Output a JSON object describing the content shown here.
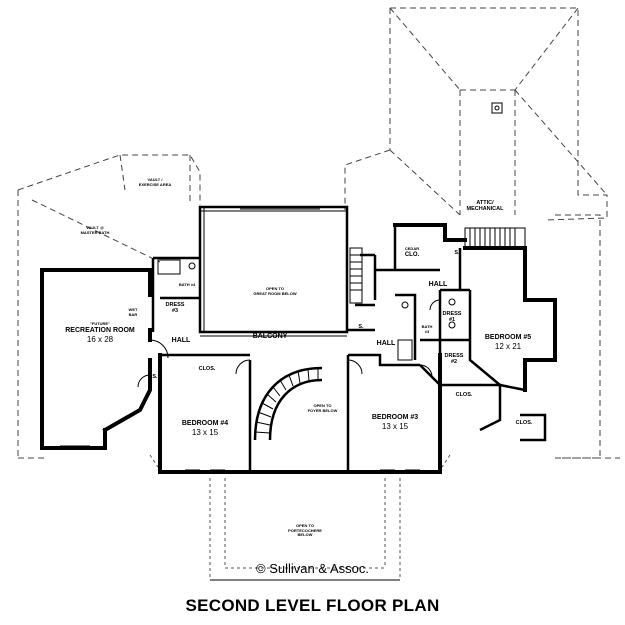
{
  "title": "SECOND LEVEL FLOOR PLAN",
  "copyright": "© Sullivan & Assoc.",
  "rooms": {
    "vault_exercise": [
      "VAULT /",
      "EXERCISE AREA"
    ],
    "vault_master_bath": [
      "VAULT @",
      "MASTER BATH"
    ],
    "open_great_room": [
      "OPEN TO",
      "GREAT ROOM BELOW"
    ],
    "attic": [
      "ATTIC/",
      "MECHANICAL"
    ],
    "cedar_clo": [
      "CEDAR",
      "CLO."
    ],
    "bath_upper": "BATH #4",
    "wet_bar": [
      "WET",
      "BAR"
    ],
    "dress3": [
      "DRESS",
      "#3"
    ],
    "rec_room": {
      "name": "\"FUTURE\"",
      "name2": "RECREATION ROOM",
      "size": "16 x 28"
    },
    "hall_left": "HALL",
    "balcony": "BALCONY",
    "hall_mid": "HALL",
    "hall_right": "HALL",
    "dress1": [
      "DRESS",
      "#1"
    ],
    "bath3": [
      "BATH",
      "#3"
    ],
    "dress2": [
      "DRESS",
      "#2"
    ],
    "bedroom5": {
      "name": "BEDROOM #5",
      "size": "12 x 21"
    },
    "clos_bed4": "CLOS.",
    "bedroom4": {
      "name": "BEDROOM #4",
      "size": "13 x 15"
    },
    "open_foyer": [
      "OPEN TO",
      "FOYER BELOW"
    ],
    "bedroom3": {
      "name": "BEDROOM #3",
      "size": "13 x 15"
    },
    "clos_mid": "CLOS.",
    "clos_right": "CLOS.",
    "porte": [
      "OPEN TO",
      "PORTECOCHERE",
      "BELOW"
    ],
    "s_left": "S.",
    "s_right": "S.",
    "s_top": "S."
  }
}
